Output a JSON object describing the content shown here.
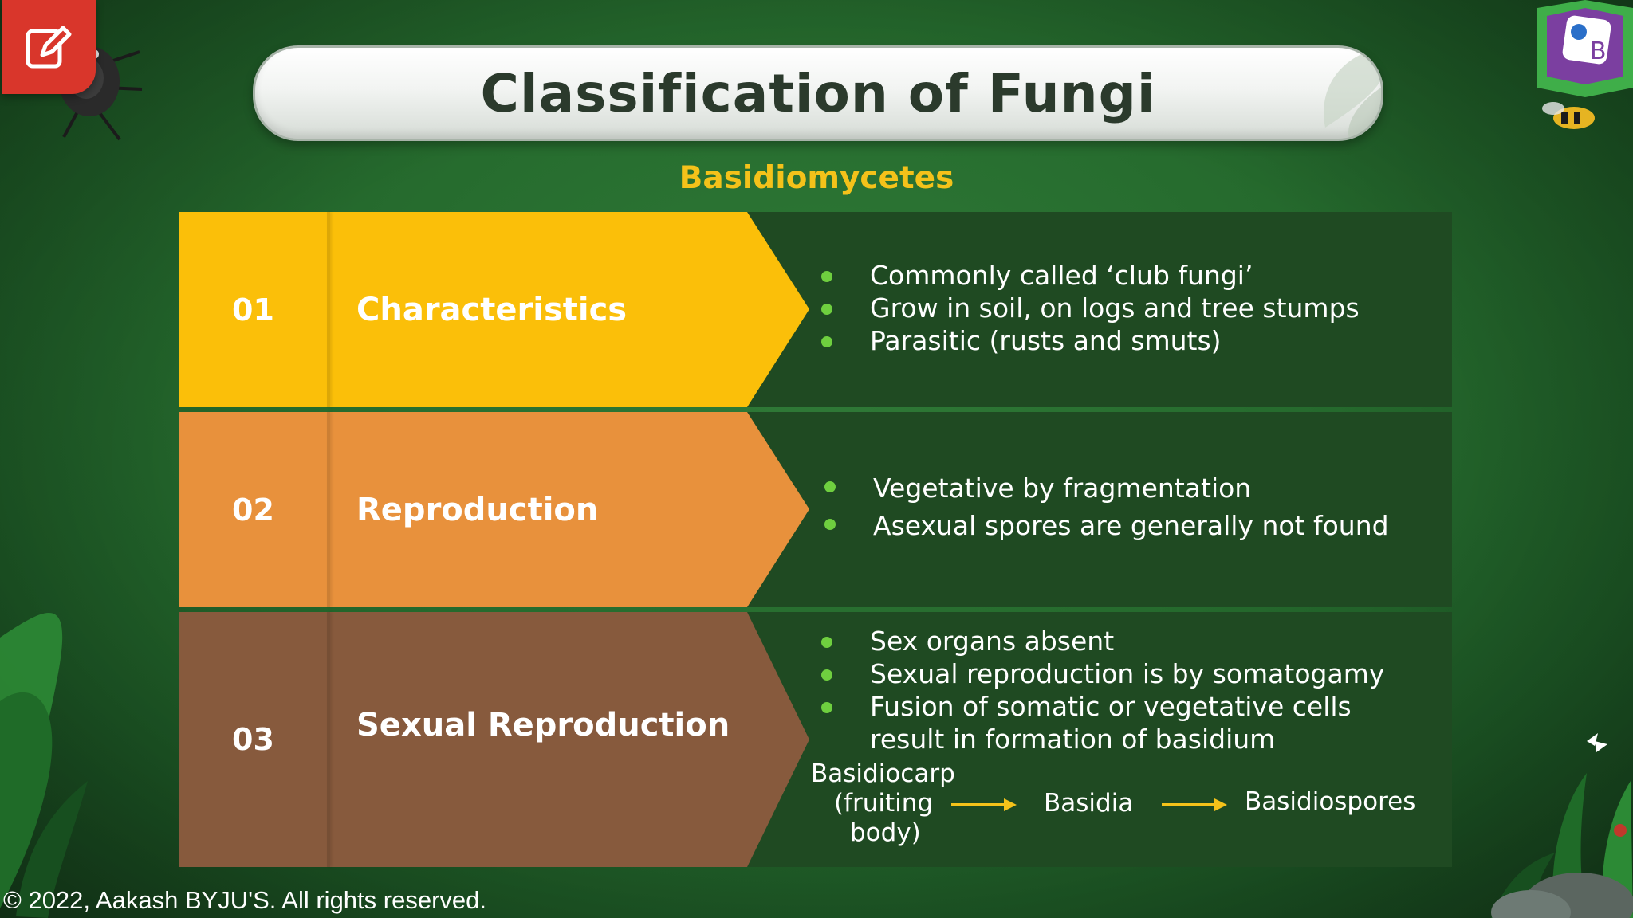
{
  "slide": {
    "title": "Classification of Fungi",
    "subtitle": "Basidiomycetes"
  },
  "rows": [
    {
      "number": "01",
      "label": "Characteristics",
      "color": "#fbbf09",
      "bullets": [
        "Commonly called ‘club fungi’",
        "Grow in soil, on logs and tree stumps",
        "Parasitic (rusts and smuts)"
      ]
    },
    {
      "number": "02",
      "label": "Reproduction",
      "color": "#e8913c",
      "bullets": [
        "Vegetative by fragmentation",
        "Asexual spores are generally not found"
      ]
    },
    {
      "number": "03",
      "label": "Sexual Reproduction",
      "color": "#875a3d",
      "bullets": [
        "Sex organs absent",
        "Sexual reproduction is by somatogamy",
        "Fusion of somatic or vegetative cells",
        "result in formation of basidium"
      ],
      "flow": {
        "step1_line1": "Basidiocarp",
        "step1_line2": "(fruiting",
        "step1_line3": "body)",
        "step2": "Basidia",
        "step3": "Basidiospores",
        "arrow_color": "#f4c21a"
      }
    }
  ],
  "footer": {
    "copyright": "© 2022, Aakash BYJU'S. All rights reserved."
  },
  "icons": {
    "edit": "edit-pencil-icon",
    "logo": "byjus-logo-icon"
  },
  "colors": {
    "background": "#256a2d",
    "content_panel": "#1f4a22",
    "subtitle": "#f4c21a",
    "bullet": "#6fcf3f"
  }
}
